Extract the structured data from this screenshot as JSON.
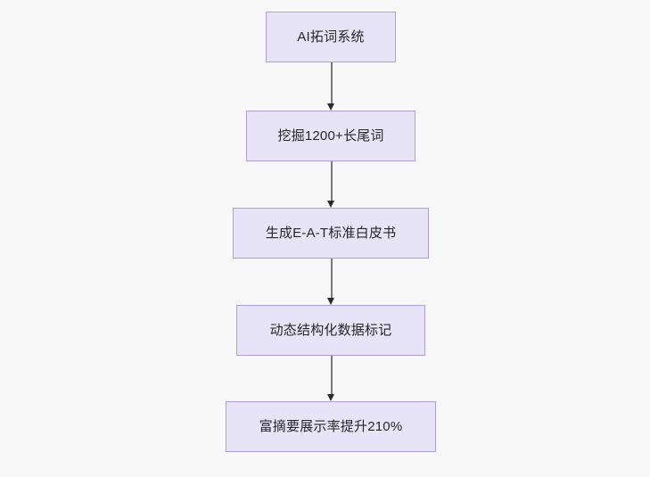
{
  "diagram": {
    "type": "flowchart",
    "orientation": "top-to-bottom",
    "background_color": "#f8f8f8",
    "node_fill_color": "#e8e4f8",
    "node_border_color": "#b39ddb",
    "node_text_color": "#262626",
    "connector_color": "#7a7a7a",
    "arrowhead_color": "#2b2b2b",
    "nodes": [
      {
        "id": "node-1",
        "label": "AI拓词系统"
      },
      {
        "id": "node-2",
        "label": "挖掘1200+长尾词"
      },
      {
        "id": "node-3",
        "label": "生成E-A-T标准白皮书"
      },
      {
        "id": "node-4",
        "label": "动态结构化数据标记"
      },
      {
        "id": "node-5",
        "label": "富摘要展示率提升210%"
      }
    ],
    "connectors": [
      {
        "id": "connector-1",
        "from": "node-1",
        "to": "node-2",
        "arrow": "down-arrow-icon"
      },
      {
        "id": "connector-2",
        "from": "node-2",
        "to": "node-3",
        "arrow": "down-arrow-icon"
      },
      {
        "id": "connector-3",
        "from": "node-3",
        "to": "node-4",
        "arrow": "down-arrow-icon"
      },
      {
        "id": "connector-4",
        "from": "node-4",
        "to": "node-5",
        "arrow": "down-arrow-icon"
      }
    ]
  }
}
